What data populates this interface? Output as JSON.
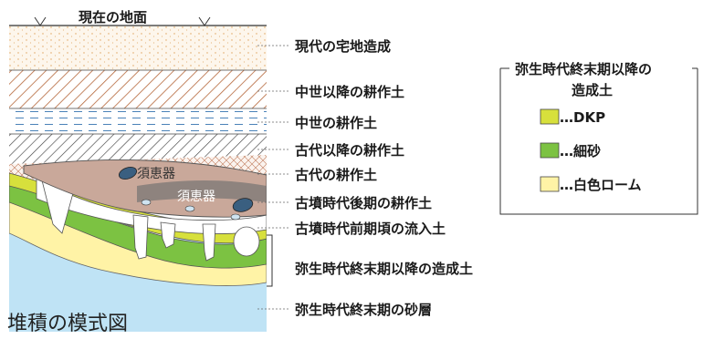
{
  "diagram": {
    "title": "堆積の模式図",
    "surface_label": "現在の地面",
    "layers": [
      {
        "id": "modern",
        "label": "現代の宅地造成"
      },
      {
        "id": "medieval_after",
        "label": "中世以降の耕作土"
      },
      {
        "id": "medieval",
        "label": "中世の耕作土"
      },
      {
        "id": "ancient_after",
        "label": "古代以降の耕作土"
      },
      {
        "id": "ancient",
        "label": "古代の耕作土"
      },
      {
        "id": "kofun_late",
        "label": "古墳時代後期の耕作土"
      },
      {
        "id": "kofun_early",
        "label": "古墳時代前期頃の流入土"
      },
      {
        "id": "yayoi_fill",
        "label": "弥生時代終末期以降の造成土"
      },
      {
        "id": "yayoi_sand",
        "label": "弥生時代終末期の砂層"
      }
    ],
    "artifact_labels": [
      "須恵器",
      "須恵器"
    ]
  },
  "legend": {
    "title_line1": "弥生時代終末期以降の",
    "title_line2": "造成土",
    "items": [
      {
        "label": "…DKP",
        "color": "#d7e03c"
      },
      {
        "label": "…細砂",
        "color": "#7cc242"
      },
      {
        "label": "…白色ローム",
        "color": "#fff3a6"
      }
    ]
  },
  "colors": {
    "sand_blue": "#bfe3f5",
    "kofun_late_fill": "#c9a89a",
    "dkp_yellow": "#d7e03c",
    "fine_sand_green": "#7cc242",
    "white_loam": "#fff3a6"
  }
}
